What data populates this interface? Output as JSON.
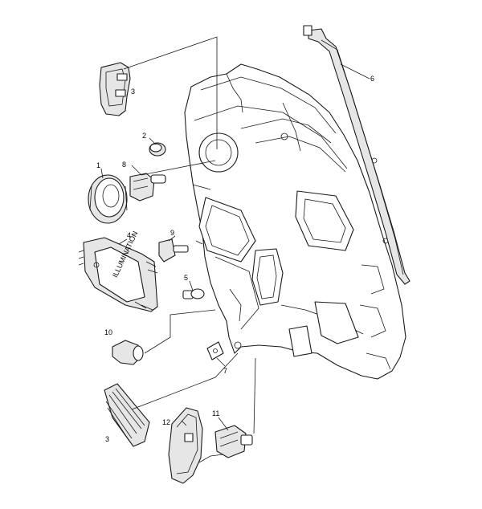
{
  "diagram": {
    "callouts": [
      {
        "id": "1",
        "text": "1"
      },
      {
        "id": "2",
        "text": "2"
      },
      {
        "id": "3a",
        "text": "3"
      },
      {
        "id": "3b",
        "text": "3"
      },
      {
        "id": "4",
        "text": "4"
      },
      {
        "id": "5",
        "text": "5"
      },
      {
        "id": "6",
        "text": "6"
      },
      {
        "id": "7",
        "text": "7"
      },
      {
        "id": "8",
        "text": "8"
      },
      {
        "id": "9",
        "text": "9"
      },
      {
        "id": "10",
        "text": "10"
      },
      {
        "id": "11",
        "text": "11"
      },
      {
        "id": "12",
        "text": "12"
      }
    ],
    "module_label": "ILLUMINATION"
  }
}
